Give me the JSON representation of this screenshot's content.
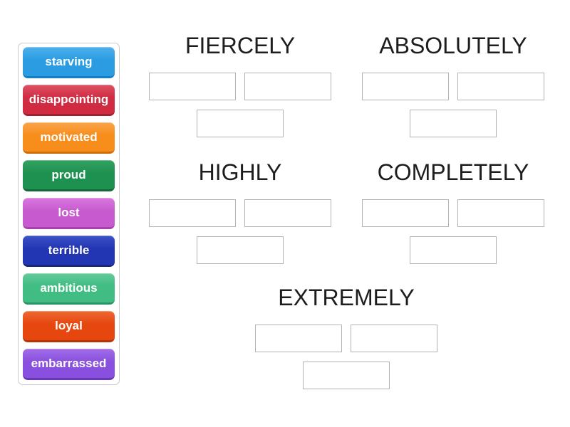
{
  "page": {
    "background": "#ffffff"
  },
  "word_bank": {
    "items": [
      {
        "label": "starving",
        "top": "#4fb0ea",
        "base": "#2b9ce2",
        "edge": "#1a7fc1"
      },
      {
        "label": "disappointing",
        "top": "#dd5164",
        "base": "#d12b42",
        "edge": "#a31f33"
      },
      {
        "label": "motivated",
        "top": "#f9a449",
        "base": "#f78d1b",
        "edge": "#cf6e06"
      },
      {
        "label": "proud",
        "top": "#33a261",
        "base": "#1e9150",
        "edge": "#136739"
      },
      {
        "label": "lost",
        "top": "#d878de",
        "base": "#c85ad0",
        "edge": "#a542ac"
      },
      {
        "label": "terrible",
        "top": "#3c52c6",
        "base": "#2236b4",
        "edge": "#16277f"
      },
      {
        "label": "ambitious",
        "top": "#63ca9a",
        "base": "#41bc83",
        "edge": "#2e9366"
      },
      {
        "label": "loyal",
        "top": "#ee6833",
        "base": "#e6470f",
        "edge": "#b23608"
      },
      {
        "label": "embarrassed",
        "top": "#a06de8",
        "base": "#8950df",
        "edge": "#6a38b4"
      }
    ]
  },
  "groups": [
    {
      "title": "FIERCELY",
      "slot_count": 3
    },
    {
      "title": "ABSOLUTELY",
      "slot_count": 3
    },
    {
      "title": "HIGHLY",
      "slot_count": 3
    },
    {
      "title": "COMPLETELY",
      "slot_count": 3
    },
    {
      "title": "EXTREMELY",
      "slot_count": 3
    }
  ],
  "colors": {
    "slot_border": "#b3b3b3",
    "bank_border": "#cccccc",
    "heading_text": "#1d1d1d",
    "tile_text": "#ffffff"
  }
}
